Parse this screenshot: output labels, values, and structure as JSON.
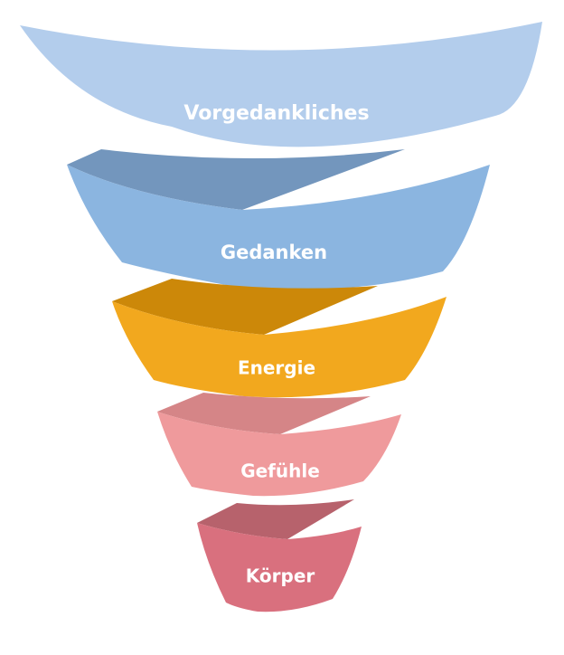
{
  "funnel": {
    "levels": [
      {
        "label": "Vorgedankliches",
        "front_color": "#b3cdec",
        "back_color": null
      },
      {
        "label": "Gedanken",
        "front_color": "#8bb5e0",
        "back_color": "#7396bd"
      },
      {
        "label": "Energie",
        "front_color": "#f2a81e",
        "back_color": "#cc8809"
      },
      {
        "label": "Gefühle",
        "front_color": "#ef9a9c",
        "back_color": "#d58587"
      },
      {
        "label": "Körper",
        "front_color": "#d9707e",
        "back_color": "#b7626c"
      }
    ]
  }
}
